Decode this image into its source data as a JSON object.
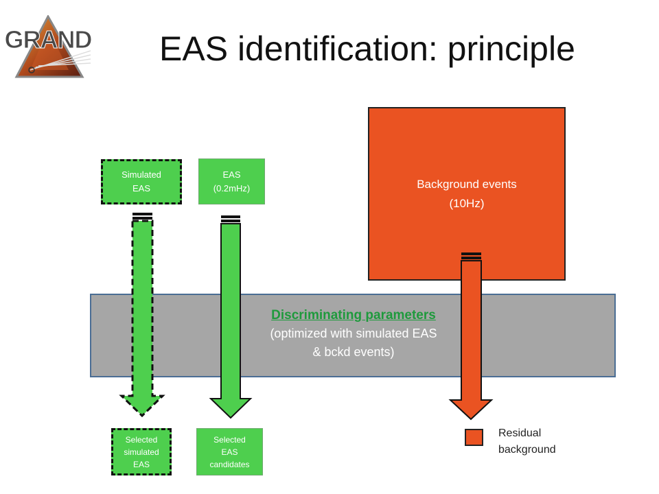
{
  "header": {
    "title": "EAS identification: principle",
    "logo_text": "GRAND"
  },
  "colors": {
    "green": "#4ecf4e",
    "orange": "#ea5322",
    "band_gray": "#a6a6a6",
    "band_border": "#4a6d94",
    "param_green": "#1e9a3c"
  },
  "inputs": {
    "simulated": {
      "line1": "Simulated",
      "line2": "EAS"
    },
    "eas": {
      "line1": "EAS",
      "line2": "(0.2mHz)"
    },
    "background": {
      "line1": "Background events",
      "line2": "(10Hz)"
    }
  },
  "filter": {
    "title": "Discriminating parameters",
    "line1": "(optimized with simulated EAS",
    "line2": "& bckd events)"
  },
  "outputs": {
    "selected_simulated": {
      "line1": "Selected",
      "line2": "simulated",
      "line3": "EAS"
    },
    "selected_eas": {
      "line1": "Selected",
      "line2": "EAS",
      "line3": "candidates"
    },
    "residual": {
      "line1": "Residual",
      "line2": "background"
    }
  }
}
